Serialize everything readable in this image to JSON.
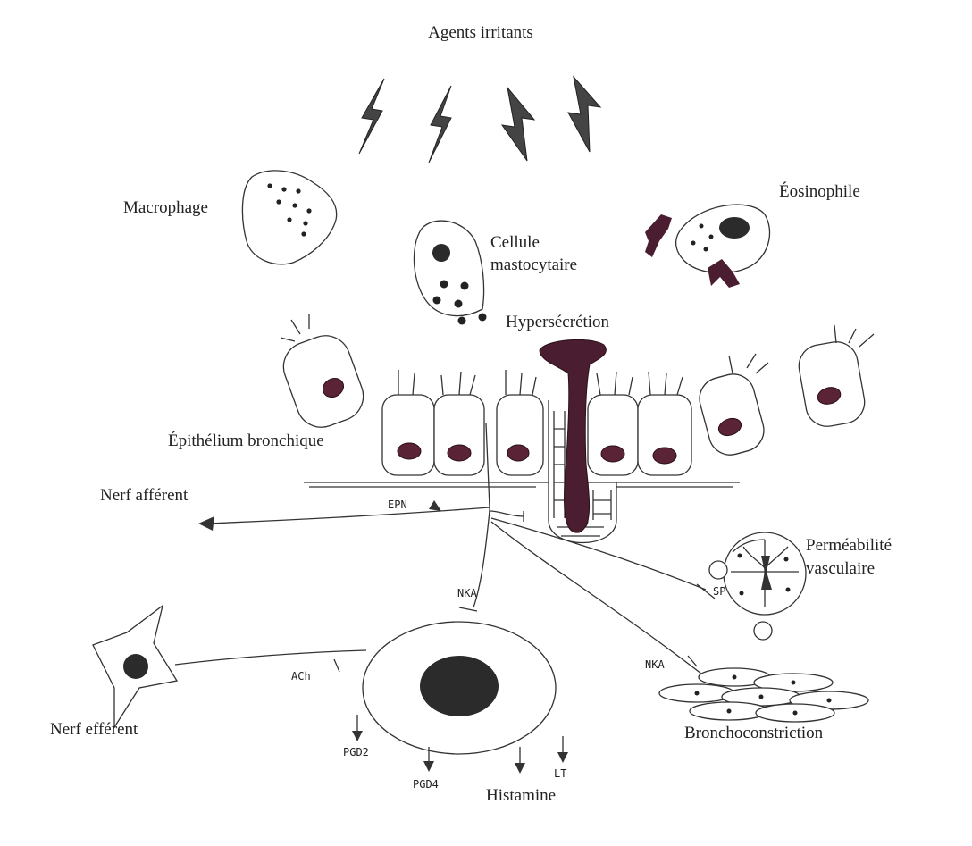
{
  "labels": {
    "irritants": "Agents irritants",
    "macrophage": "Macrophage",
    "eosinophil": "Éosinophile",
    "mast_cell_1": "Cellule",
    "mast_cell_2": "mastocytaire",
    "hypersecretion": "Hypersécrétion",
    "epithelium": "Épithélium bronchique",
    "afferent": "Nerf afférent",
    "epn": "EPN",
    "nka_top": "NKA",
    "nka_right": "NKA",
    "sp": "SP",
    "permeability_1": "Perméabilité",
    "permeability_2": "vasculaire",
    "ach": "ACh",
    "efferent": "Nerf efférent",
    "bronchoconstriction": "Bronchoconstriction",
    "pgd2": "PGD2",
    "pgd4": "PGD4",
    "histamine": "Histamine",
    "lt": "LT"
  },
  "colors": {
    "ink": "#333333",
    "nucleus": "#5a2436",
    "mucus": "#4a1e30"
  }
}
